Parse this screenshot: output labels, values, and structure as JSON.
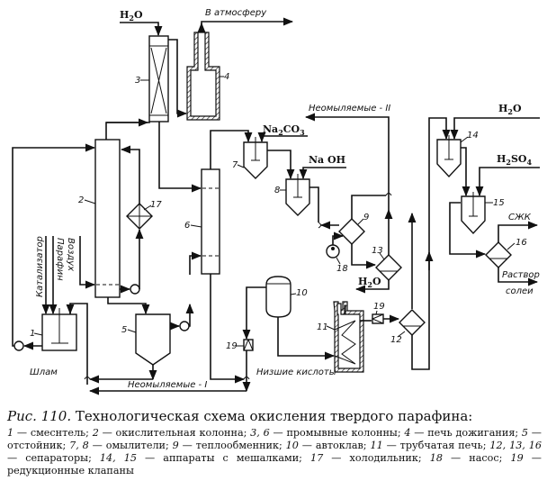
{
  "figure": {
    "number_label": "Рис. 110.",
    "title": "Технологическая схема окисления твердого парафина:",
    "legend": [
      {
        "keys": "1",
        "text": "смеснтель"
      },
      {
        "keys": "2",
        "text": "окислительная колонна"
      },
      {
        "keys": "3, 6",
        "text": "промывные колонны"
      },
      {
        "keys": "4",
        "text": "печь дожигания"
      },
      {
        "keys": "5",
        "text": "отстойник"
      },
      {
        "keys": "7, 8",
        "text": "омылители"
      },
      {
        "keys": "9",
        "text": "теплообменник"
      },
      {
        "keys": "10",
        "text": "автоклав"
      },
      {
        "keys": "11",
        "text": "трубчатая печь"
      },
      {
        "keys": "12, 13, 16",
        "text": "сепараторы"
      },
      {
        "keys": "14, 15",
        "text": "аппараты с мешалками"
      },
      {
        "keys": "17",
        "text": "холодильник"
      },
      {
        "keys": "18",
        "text": "насос"
      },
      {
        "keys": "19",
        "text": "редукционные клапаны"
      }
    ]
  },
  "diagram": {
    "equipment_numbers": [
      "1",
      "2",
      "3",
      "4",
      "5",
      "6",
      "7",
      "8",
      "9",
      "10",
      "11",
      "12",
      "13",
      "14",
      "15",
      "16",
      "17",
      "18",
      "19",
      "19"
    ],
    "streams": {
      "water_top": {
        "main": "H",
        "sub": "2",
        "tail": "O"
      },
      "to_atmosphere": "В атмосферу",
      "catalyst": "Катализатор",
      "paraffin": "Парафин",
      "air": "Воздух",
      "na2co3": {
        "a": "Na",
        "sub1": "2",
        "b": "CO",
        "sub2": "3"
      },
      "naoh": "Na OH",
      "unsaponifiable_2": "Неомыляемые - II",
      "water_13": {
        "main": "H",
        "sub": "2",
        "tail": "O"
      },
      "water_14": {
        "main": "H",
        "sub": "2",
        "tail": "O"
      },
      "h2so4": {
        "a": "H",
        "sub1": "2",
        "b": "SO",
        "sub2": "4"
      },
      "sfa": "СЖК",
      "salt_solution_1": "Раствор",
      "salt_solution_2": "солеи",
      "sludge": "Шлам",
      "lower_acids": "Низшие кислоты",
      "unsaponifiable_1": "Неомыляемые - I"
    }
  }
}
